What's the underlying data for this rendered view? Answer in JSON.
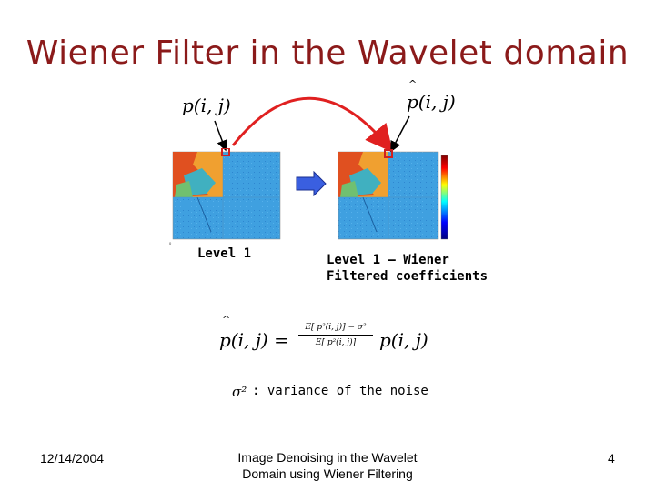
{
  "slide": {
    "title": "Wiener Filter in the Wavelet domain",
    "lhs_symbol": "p(i, j)",
    "rhs_symbol": "p(i, j)",
    "hat": "^",
    "label_level1": "Level 1",
    "label_filtered_line1": "Level 1 – Wiener",
    "label_filtered_line2": "Filtered coefficients",
    "formula": {
      "lhs": "p(i, j) =",
      "numerator": "E[ p²(i, j)] − σ²",
      "denominator": "E[ p²(i, j)]",
      "rhs": "p(i, j)"
    },
    "sigma_symbol": "σ²",
    "noise_caption": ": variance of the noise"
  },
  "footer": {
    "date": "12/14/2004",
    "center_line1": "Image Denoising in the Wavelet",
    "center_line2": "Domain using Wiener Filtering",
    "page_number": "4"
  },
  "colors": {
    "title": "#8B1A1A",
    "curve_arrow": "#E02020",
    "block_arrow": "#3A5FE0",
    "map_background": "#3FA0E0"
  }
}
